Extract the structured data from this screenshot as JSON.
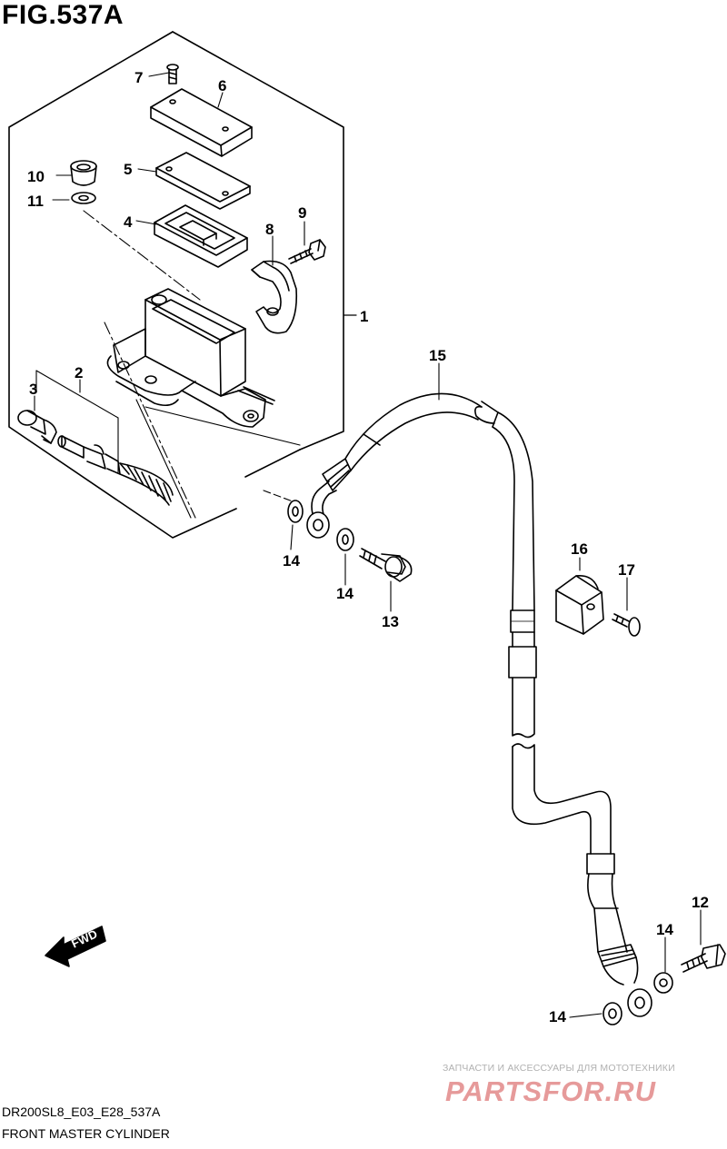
{
  "figure": {
    "title": "FIG.537A",
    "model_code": "DR200SL8_E03_E28_537A",
    "caption": "FRONT MASTER CYLINDER"
  },
  "callouts": [
    {
      "id": "1",
      "label": "1"
    },
    {
      "id": "2",
      "label": "2"
    },
    {
      "id": "3",
      "label": "3"
    },
    {
      "id": "4",
      "label": "4"
    },
    {
      "id": "5",
      "label": "5"
    },
    {
      "id": "6",
      "label": "6"
    },
    {
      "id": "7",
      "label": "7"
    },
    {
      "id": "8",
      "label": "8"
    },
    {
      "id": "9",
      "label": "9"
    },
    {
      "id": "10",
      "label": "10"
    },
    {
      "id": "11",
      "label": "11"
    },
    {
      "id": "12",
      "label": "12"
    },
    {
      "id": "13",
      "label": "13"
    },
    {
      "id": "14a",
      "label": "14"
    },
    {
      "id": "14b",
      "label": "14"
    },
    {
      "id": "14c",
      "label": "14"
    },
    {
      "id": "14d",
      "label": "14"
    },
    {
      "id": "15",
      "label": "15"
    },
    {
      "id": "16",
      "label": "16"
    },
    {
      "id": "17",
      "label": "17"
    }
  ],
  "fwd_arrow": {
    "label": "FWD"
  },
  "watermark": {
    "tagline": "ЗАПЧАСТИ И АКСЕССУАРЫ ДЛЯ МОТОТЕХНИКИ",
    "brand": "PARTSFOR.RU"
  }
}
